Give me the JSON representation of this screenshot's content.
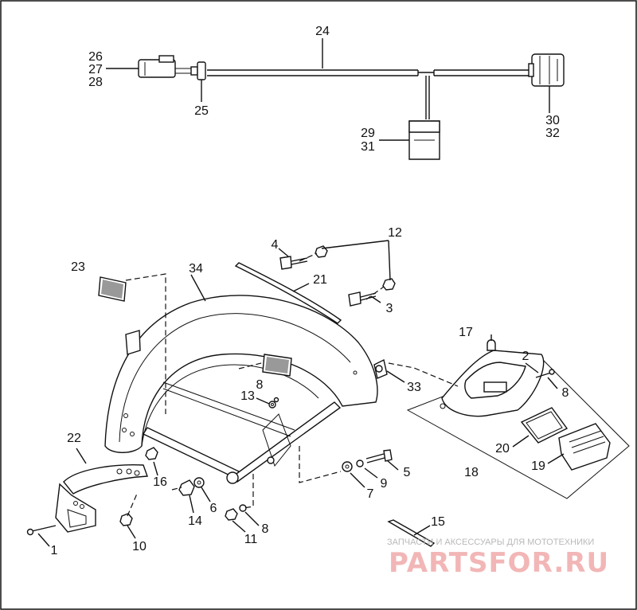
{
  "diagram": {
    "callouts": [
      {
        "id": "c24",
        "text": "24"
      },
      {
        "id": "c26",
        "text": "26"
      },
      {
        "id": "c27",
        "text": "27"
      },
      {
        "id": "c28",
        "text": "28"
      },
      {
        "id": "c25",
        "text": "25"
      },
      {
        "id": "c30",
        "text": "30"
      },
      {
        "id": "c32",
        "text": "32"
      },
      {
        "id": "c29",
        "text": "29"
      },
      {
        "id": "c31",
        "text": "31"
      },
      {
        "id": "c4",
        "text": "4"
      },
      {
        "id": "c12",
        "text": "12"
      },
      {
        "id": "c23",
        "text": "23"
      },
      {
        "id": "c34",
        "text": "34"
      },
      {
        "id": "c21",
        "text": "21"
      },
      {
        "id": "c3",
        "text": "3"
      },
      {
        "id": "c17",
        "text": "17"
      },
      {
        "id": "c2",
        "text": "2"
      },
      {
        "id": "c8a",
        "text": "8"
      },
      {
        "id": "c33",
        "text": "33"
      },
      {
        "id": "c13",
        "text": "13"
      },
      {
        "id": "c8b",
        "text": "8"
      },
      {
        "id": "c22",
        "text": "22"
      },
      {
        "id": "c16",
        "text": "16"
      },
      {
        "id": "c20",
        "text": "20"
      },
      {
        "id": "c19",
        "text": "19"
      },
      {
        "id": "c18",
        "text": "18"
      },
      {
        "id": "c5",
        "text": "5"
      },
      {
        "id": "c9",
        "text": "9"
      },
      {
        "id": "c7",
        "text": "7"
      },
      {
        "id": "c6",
        "text": "6"
      },
      {
        "id": "c14",
        "text": "14"
      },
      {
        "id": "c8c",
        "text": "8"
      },
      {
        "id": "c11",
        "text": "11"
      },
      {
        "id": "c10",
        "text": "10"
      },
      {
        "id": "c1",
        "text": "1"
      },
      {
        "id": "c15",
        "text": "15"
      }
    ]
  },
  "watermark": {
    "tagline": "ЗАПЧАСТИ И АКСЕССУАРЫ ДЛЯ МОТОТЕХНИКИ",
    "logo": "PARTSFOR.RU"
  }
}
